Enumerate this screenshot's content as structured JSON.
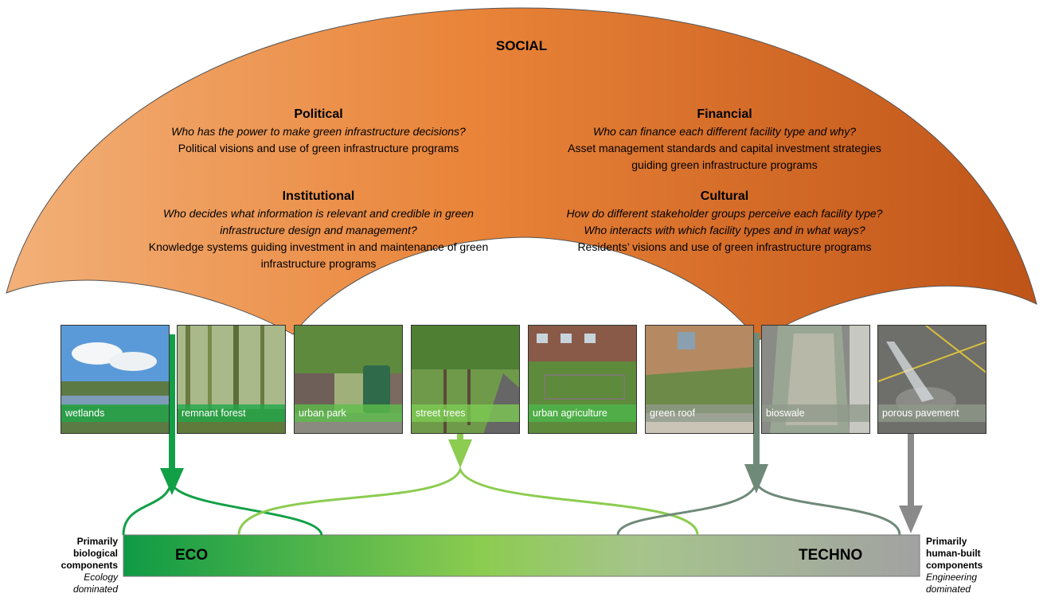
{
  "social": {
    "title": "SOCIAL",
    "political": {
      "heading": "Political",
      "question": "Who has the power to make green infrastructure decisions?",
      "text": "Political visions and use of green infrastructure programs"
    },
    "financial": {
      "heading": "Financial",
      "question": "Who can finance each different facility type and why?",
      "text_line1": "Asset management standards and capital investment strategies",
      "text_line2": "guiding green infrastructure programs"
    },
    "institutional": {
      "heading": "Institutional",
      "question_line1": "Who decides what information is relevant and credible in green",
      "question_line2": "infrastructure design and management?",
      "text_line1": "Knowledge systems guiding investment in and maintenance of green",
      "text_line2": "infrastructure programs"
    },
    "cultural": {
      "heading": "Cultural",
      "question_line1": "How do different stakeholder groups perceive each facility type?",
      "question_line2": "Who interacts with which facility types and in what ways?",
      "text": "Residents’ visions and use of green infrastructure programs"
    }
  },
  "facilities": [
    {
      "label": "wetlands",
      "color": "#1fa84a"
    },
    {
      "label": "remnant forest",
      "color": "#1fa84a"
    },
    {
      "label": "urban park",
      "color": "#5cbf4a"
    },
    {
      "label": "street trees",
      "color": "#7ccc52"
    },
    {
      "label": "urban agriculture",
      "color": "#4cb84a"
    },
    {
      "label": "green roof",
      "color": "#8f9a8a"
    },
    {
      "label": "bioswale",
      "color": "#8f9a8a"
    },
    {
      "label": "porous pavement",
      "color": "#8f9a8a"
    }
  ],
  "scale": {
    "eco_label": "ECO",
    "techno_label": "TECHNO",
    "left_bold": [
      "Primarily",
      "biological",
      "components"
    ],
    "left_italic": [
      "Ecology",
      "dominated"
    ],
    "right_bold": [
      "Primarily",
      "human-built",
      "components"
    ],
    "right_italic": [
      "Engineering",
      "dominated"
    ]
  },
  "colors": {
    "social_light": "#f0a56a",
    "social_mid": "#e8843a",
    "social_dark": "#c2561a",
    "eco_green": "#12a047",
    "mid_green": "#8ccc50",
    "techno_grey": "#9a9a9a",
    "dark_grey_green": "#6f8a78"
  }
}
